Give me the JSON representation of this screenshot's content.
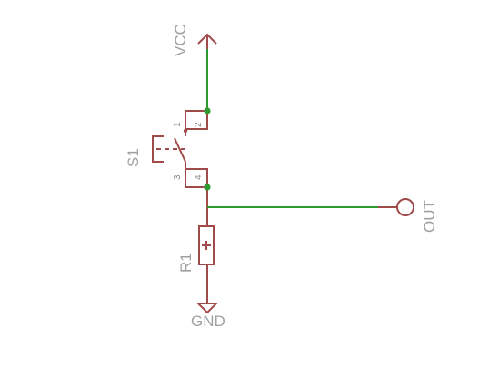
{
  "schematic": {
    "vcc_label": "VCC",
    "gnd_label": "GND",
    "out_label": "OUT",
    "switch": {
      "name": "S1",
      "pins": [
        "1",
        "2",
        "3",
        "4"
      ]
    },
    "resistor": {
      "name": "R1"
    }
  },
  "colors": {
    "symbol": "#a04a4a",
    "wire": "#2f9a2f",
    "junction": "#2f9a2f",
    "label": "#a0a0a0",
    "background": "#ffffff"
  }
}
